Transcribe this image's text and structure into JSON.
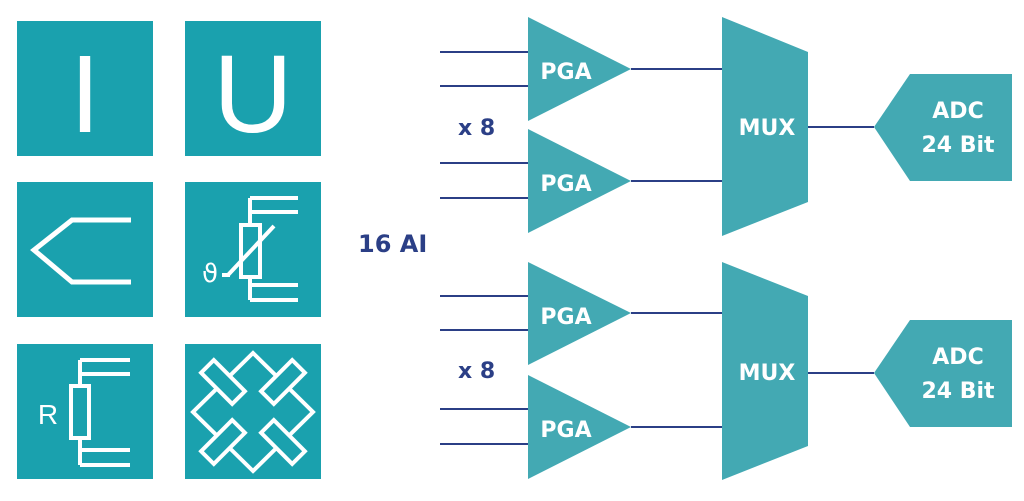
{
  "colors": {
    "teal": "#1aa1ae",
    "teal_light": "#43a9b3",
    "navy": "#2b3f86",
    "white": "#ffffff"
  },
  "tiles": {
    "current": {
      "icon": "current-letter-icon",
      "text": "I"
    },
    "voltage": {
      "icon": "voltage-letter-icon",
      "text": "U"
    },
    "thermocouple": {
      "icon": "thermocouple-icon"
    },
    "thermistor": {
      "icon": "thermistor-icon",
      "text": "ϑ"
    },
    "resistor": {
      "icon": "resistor-icon",
      "text": "R"
    },
    "bridge": {
      "icon": "wheatstone-bridge-icon"
    }
  },
  "diagram": {
    "inputs_label": "16 AI",
    "group_label": "x 8",
    "pga_label": "PGA",
    "mux_label": "MUX",
    "adc_label_line1": "ADC",
    "adc_label_line2": "24 Bit"
  }
}
